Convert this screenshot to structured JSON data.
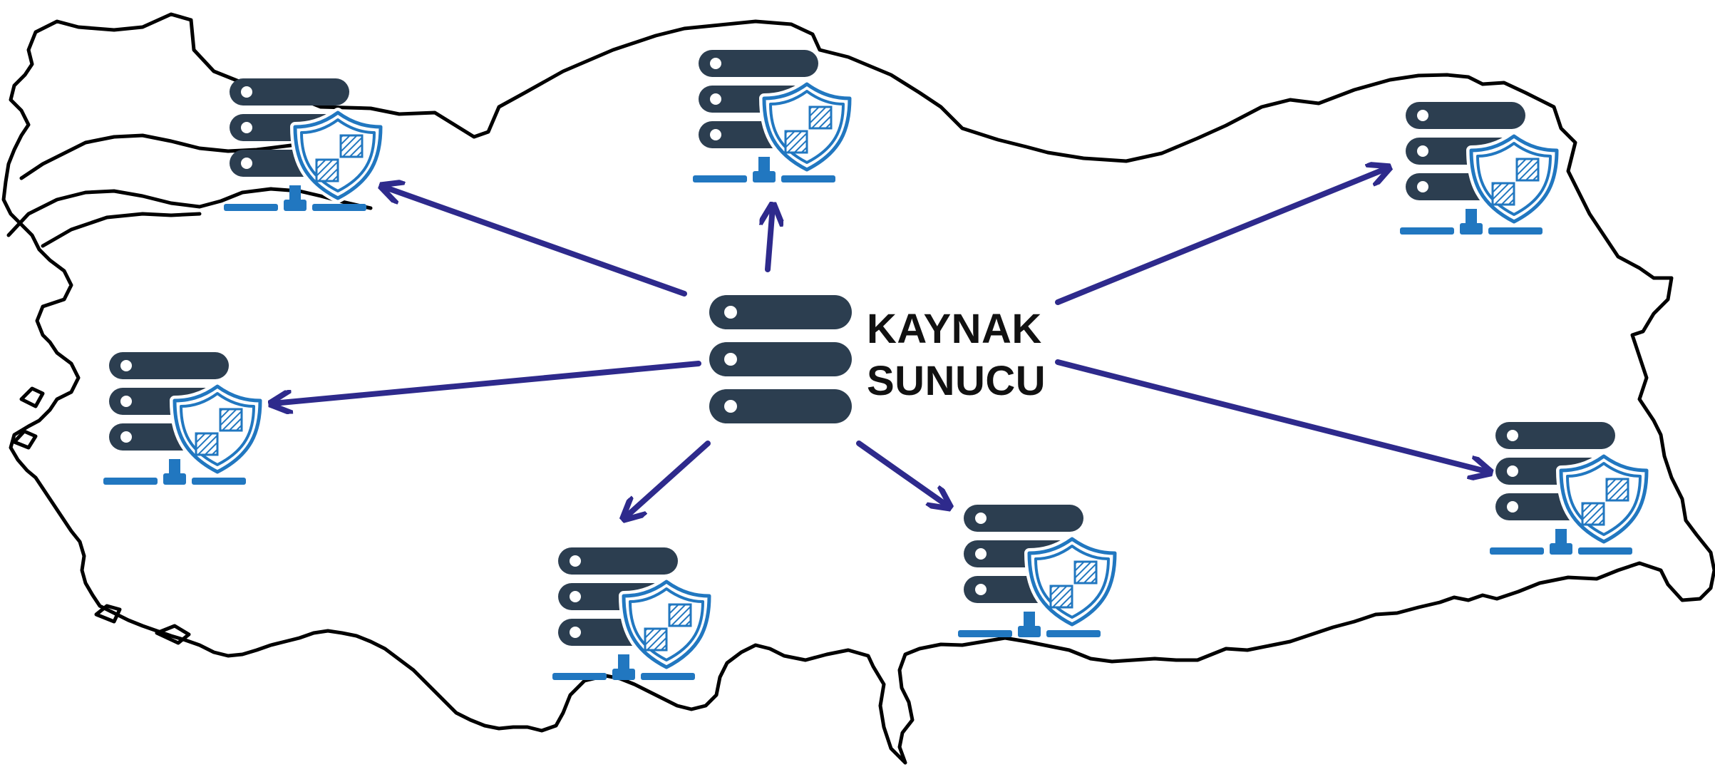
{
  "source_server": {
    "label_line1": "KAYNAK",
    "label_line2": "SUNUCU",
    "icon": "server-stack-icon"
  },
  "mirror_servers": [
    {
      "id": "northwest",
      "icon": "secure-server-icon"
    },
    {
      "id": "north",
      "icon": "secure-server-icon"
    },
    {
      "id": "northeast",
      "icon": "secure-server-icon"
    },
    {
      "id": "west",
      "icon": "secure-server-icon"
    },
    {
      "id": "southwest",
      "icon": "secure-server-icon"
    },
    {
      "id": "south",
      "icon": "secure-server-icon"
    },
    {
      "id": "east",
      "icon": "secure-server-icon"
    }
  ],
  "map": {
    "icon": "turkey-outline-map"
  },
  "colors": {
    "server_body": "#2c3e50",
    "network_blue": "#2177c0",
    "arrow": "#2e2a8c",
    "map_outline": "#000000",
    "background": "#ffffff"
  }
}
